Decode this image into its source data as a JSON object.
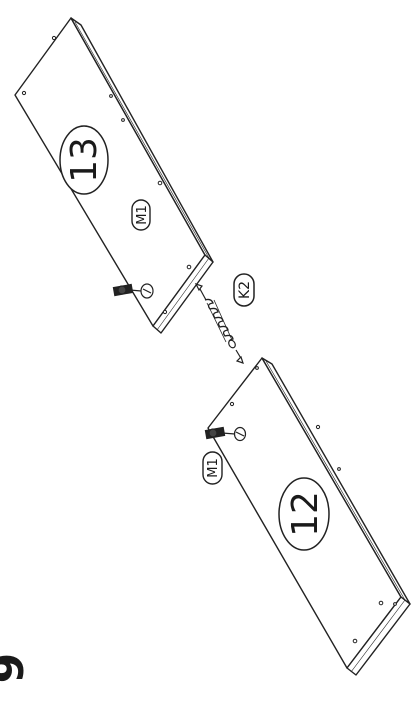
{
  "diagram": {
    "step_number": "9",
    "parts": {
      "upper_panel": {
        "id": "13",
        "hardware_label": "M1"
      },
      "lower_panel": {
        "id": "12",
        "hardware_label": "M1"
      },
      "connector": {
        "label": "K2"
      }
    }
  },
  "colors": {
    "line": "#222222",
    "background": "#ffffff"
  }
}
